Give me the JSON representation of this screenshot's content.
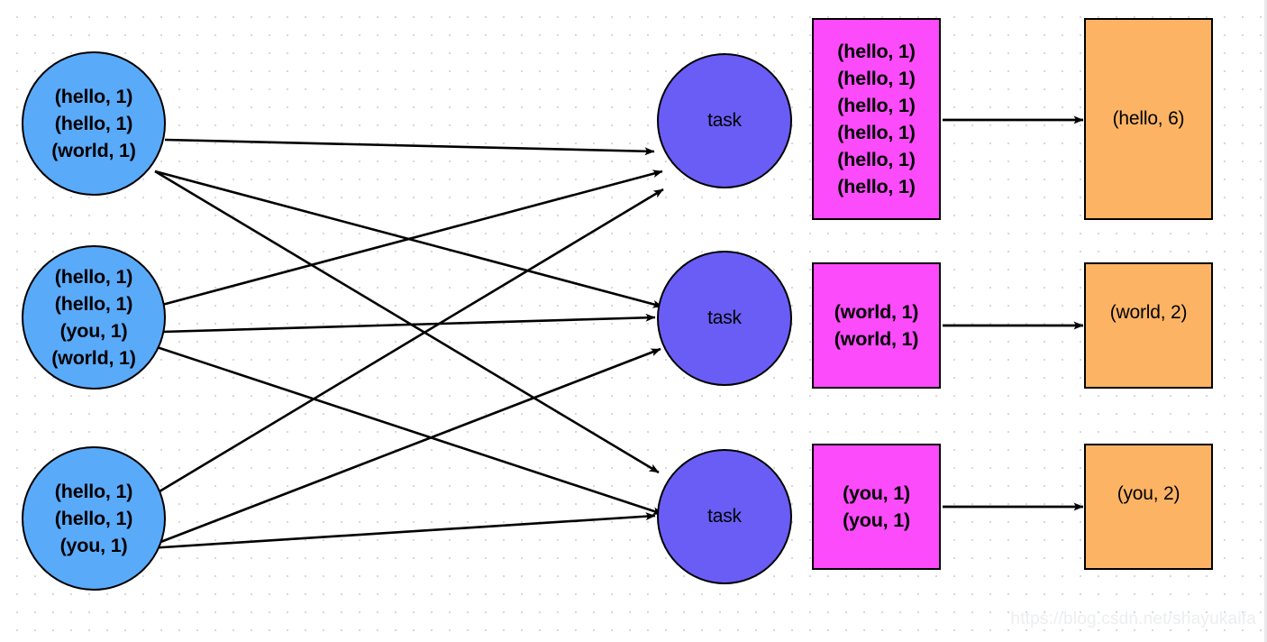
{
  "diagram": {
    "title": "MapReduce word count shuffle diagram",
    "watermark": "https://blog.csdn.net/shayukaifa",
    "colors": {
      "source_node": "#5aaafa",
      "task_node": "#6a5df5",
      "shuffle_box": "#fb4bfb",
      "result_box": "#fcb464",
      "stroke": "#000000",
      "background": "#ffffff",
      "grid_dot": "#d8d8dd",
      "watermark": "#eceef0"
    }
  },
  "source_nodes": [
    {
      "id": "source-1",
      "lines": [
        "(hello, 1)",
        "(hello, 1)",
        "(world, 1)"
      ]
    },
    {
      "id": "source-2",
      "lines": [
        "(hello, 1)",
        "(hello, 1)",
        "(you, 1)",
        "(world, 1)"
      ]
    },
    {
      "id": "source-3",
      "lines": [
        "(hello, 1)",
        "(hello, 1)",
        "(you, 1)"
      ]
    }
  ],
  "task_nodes": [
    {
      "id": "task-1",
      "label": "task"
    },
    {
      "id": "task-2",
      "label": "task"
    },
    {
      "id": "task-3",
      "label": "task"
    }
  ],
  "shuffle_boxes": [
    {
      "id": "shuffle-1",
      "lines": [
        "(hello, 1)",
        "(hello, 1)",
        "(hello, 1)",
        "(hello, 1)",
        "(hello, 1)",
        "(hello, 1)"
      ]
    },
    {
      "id": "shuffle-2",
      "lines": [
        "(world, 1)",
        "(world, 1)"
      ]
    },
    {
      "id": "shuffle-3",
      "lines": [
        "(you, 1)",
        "(you, 1)"
      ]
    }
  ],
  "result_boxes": [
    {
      "id": "result-1",
      "label": "(hello, 6)"
    },
    {
      "id": "result-2",
      "label": "(world, 2)"
    },
    {
      "id": "result-3",
      "label": "(you, 2)"
    }
  ]
}
